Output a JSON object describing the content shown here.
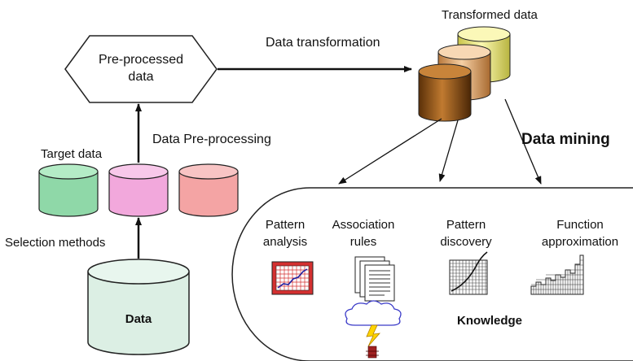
{
  "nodes": {
    "data_source": {
      "label": "Data"
    },
    "selection": {
      "label": "Selection methods"
    },
    "target": {
      "label": "Target data"
    },
    "preprocessing": {
      "label": "Data Pre-processing"
    },
    "preprocessed": {
      "line1": "Pre-processed",
      "line2": "data"
    },
    "transformation": {
      "label": "Data transformation"
    },
    "transformed": {
      "label": "Transformed data"
    },
    "mining": {
      "label": "Data mining"
    },
    "knowledge": {
      "label": "Knowledge"
    }
  },
  "methods": [
    {
      "line1": "Pattern",
      "line2": "analysis",
      "icon": "pattern-analysis-chart-icon"
    },
    {
      "line1": "Association",
      "line2": "rules",
      "icon": "document-stack-icon"
    },
    {
      "line1": "Pattern",
      "line2": "discovery",
      "icon": "grid-curve-chart-icon"
    },
    {
      "line1": "Function",
      "line2": "approximation",
      "icon": "bar-chart-icon"
    }
  ],
  "colors": {
    "data_cylinder": "#dcefe4",
    "target_green": "#8fd8a8",
    "target_pink": "#f2a8dc",
    "target_salmon": "#f4a4a4",
    "transformed_yellow": "#f2f08a",
    "transformed_tan": "#e8b07a",
    "transformed_brown": "#9a5a1a",
    "pattern_red": "#d43030",
    "cloud_blue": "#3a3ac8",
    "lightning": "#ffd400"
  }
}
